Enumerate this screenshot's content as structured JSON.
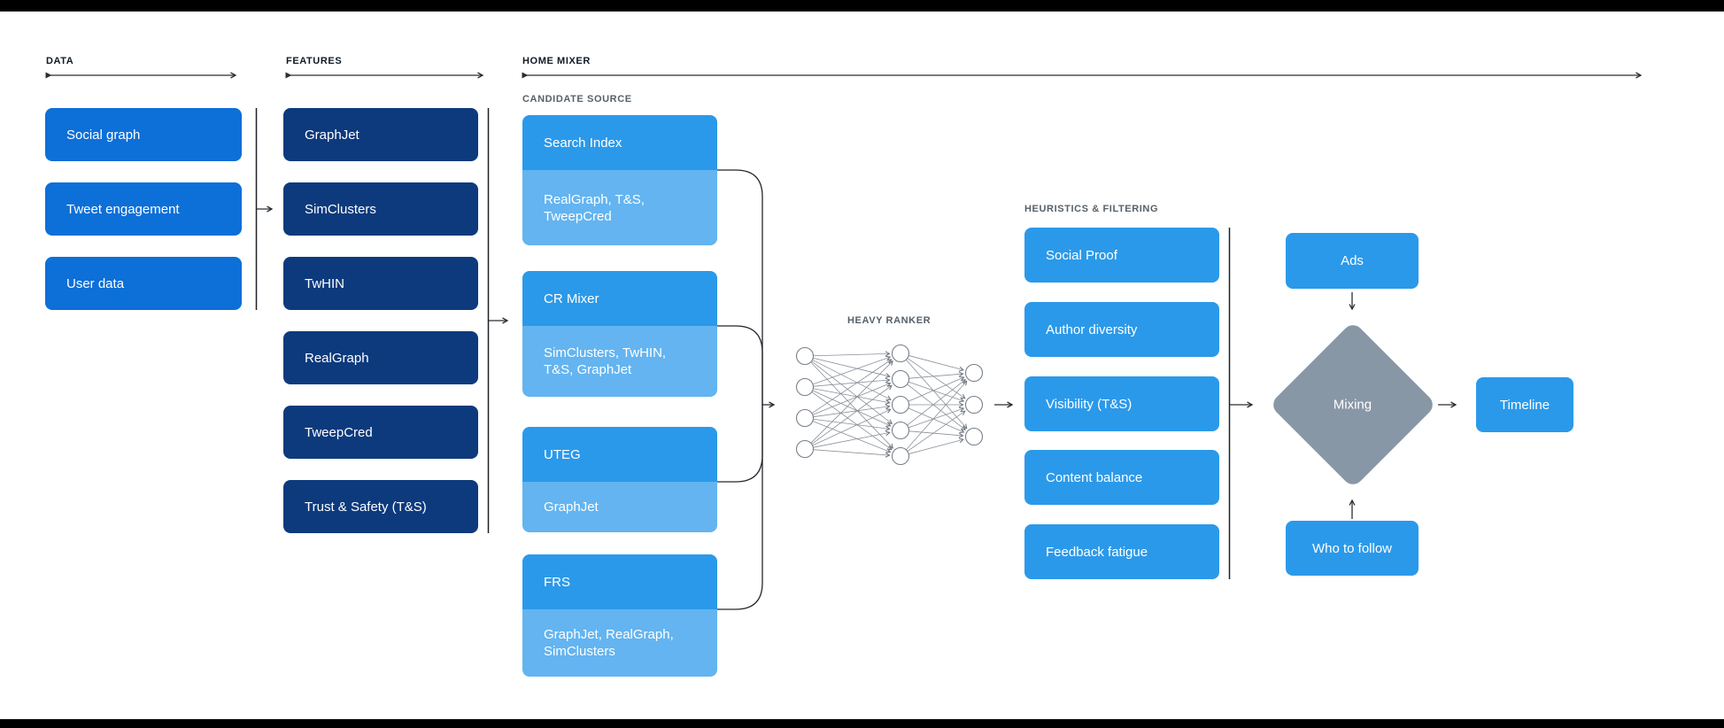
{
  "colors": {
    "medium-blue": "#0d6fd8",
    "navy": "#0d3a7d",
    "bright-blue": "#2b99e9",
    "light-blue": "#63b4f0",
    "diamond-gray": "#8897a6",
    "header-text": "#0e1a26",
    "sublabel-text": "#566069",
    "line": "#2b2f33"
  },
  "headers": {
    "data": "DATA",
    "features": "FEATURES",
    "home_mixer": "HOME MIXER"
  },
  "sublabels": {
    "candidate_source": "CANDIDATE SOURCE",
    "heavy_ranker": "HEAVY RANKER",
    "heuristics": "HEURISTICS & FILTERING"
  },
  "data_sources": {
    "items": [
      "Social graph",
      "Tweet engagement",
      "User data"
    ]
  },
  "features": {
    "items": [
      "GraphJet",
      "SimClusters",
      "TwHIN",
      "RealGraph",
      "TweepCred",
      "Trust & Safety (T&S)"
    ]
  },
  "candidate_sources": [
    {
      "source": "Search Index",
      "uses": "RealGraph, T&S,\nTweepCred"
    },
    {
      "source": "CR Mixer",
      "uses": "SimClusters, TwHIN,\nT&S, GraphJet"
    },
    {
      "source": "UTEG",
      "uses": "GraphJet"
    },
    {
      "source": "FRS",
      "uses": "GraphJet, RealGraph,\nSimClusters"
    }
  ],
  "heuristics": {
    "items": [
      "Social Proof",
      "Author diversity",
      "Visibility (T&S)",
      "Content balance",
      "Feedback fatigue"
    ]
  },
  "mixing": {
    "ads": "Ads",
    "diamond": "Mixing",
    "who_to_follow": "Who to follow",
    "timeline": "Timeline"
  }
}
